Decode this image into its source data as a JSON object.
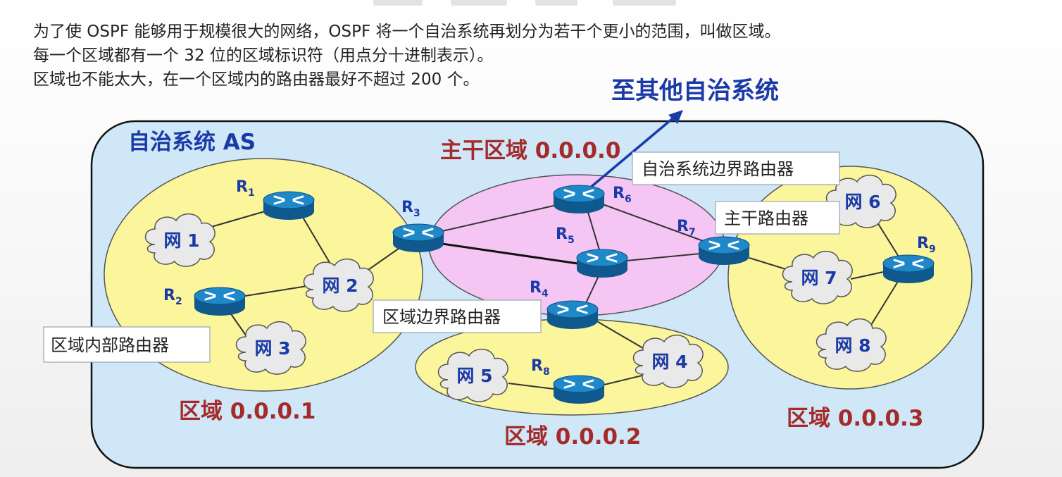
{
  "intro_lines": [
    "为了使 OSPF 能够用于规模很大的网络，OSPF 将一个自治系统再划分为若干个更小的范围，叫做区域。",
    "每一个区域都有一个 32 位的区域标识符（用点分十进制表示）。",
    "区域也不能太大，在一个区域内的路由器最好不超过 200 个。"
  ],
  "other_as_label": "至其他自治系统",
  "as_label": "自治系统 AS",
  "areas": {
    "backbone": "主干区域 0.0.0.0",
    "area1": "区域 0.0.0.1",
    "area2": "区域 0.0.0.2",
    "area3": "区域 0.0.0.3"
  },
  "callouts": {
    "as_border_router": "自治系统边界路由器",
    "backbone_router": "主干路由器",
    "area_border_router": "区域边界路由器",
    "internal_router": "区域内部路由器"
  },
  "routers": [
    {
      "name": "R",
      "sub": "1"
    },
    {
      "name": "R",
      "sub": "2"
    },
    {
      "name": "R",
      "sub": "3"
    },
    {
      "name": "R",
      "sub": "4"
    },
    {
      "name": "R",
      "sub": "5"
    },
    {
      "name": "R",
      "sub": "6"
    },
    {
      "name": "R",
      "sub": "7"
    },
    {
      "name": "R",
      "sub": "8"
    },
    {
      "name": "R",
      "sub": "9"
    }
  ],
  "networks": [
    "网 1",
    "网 2",
    "网 3",
    "网 4",
    "网 5",
    "网 6",
    "网 7",
    "网 8"
  ],
  "colors": {
    "as_fill": "#cfe7f7",
    "area_fill": "#fbf59b",
    "backbone_fill": "#f5c6f4",
    "router_body": "#1e88c9",
    "label_blue": "#1a3aa8",
    "label_red": "#a52a2a"
  }
}
